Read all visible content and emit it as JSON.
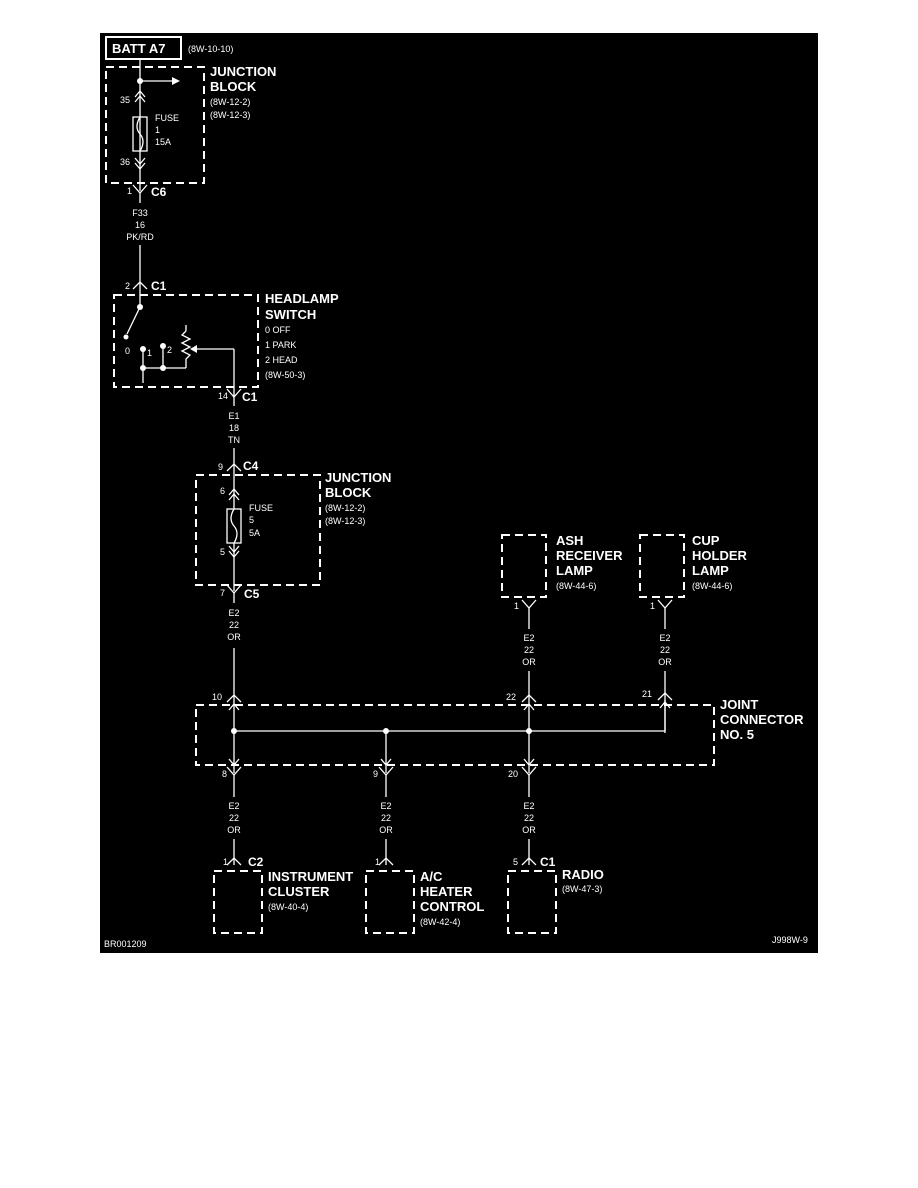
{
  "battery": {
    "label": "BATT A7",
    "ref": "(8W-10-10)"
  },
  "junction_block_1": {
    "title_line1": "JUNCTION",
    "title_line2": "BLOCK",
    "ref1": "(8W-12-2)",
    "ref2": "(8W-12-3)",
    "fuse_label": "FUSE",
    "fuse_number": "1",
    "fuse_rating": "15A",
    "pin_in": "35",
    "pin_out": "36",
    "out_pin": "1",
    "out_connector": "C6"
  },
  "wire_f33": {
    "circuit": "F33",
    "gauge": "16",
    "color": "PK/RD"
  },
  "headlamp_switch": {
    "in_pin": "2",
    "in_connector": "C1",
    "title_line1": "HEADLAMP",
    "title_line2": "SWITCH",
    "pos0": "0 OFF",
    "pos1": "1 PARK",
    "pos2": "2 HEAD",
    "ref": "(8W-50-3)",
    "contact_0": "0",
    "contact_1": "1",
    "contact_2": "2",
    "out_pin": "14",
    "out_connector": "C1"
  },
  "wire_e1": {
    "circuit": "E1",
    "gauge": "18",
    "color": "TN"
  },
  "junction_block_2": {
    "in_pin": "9",
    "in_connector": "C4",
    "title_line1": "JUNCTION",
    "title_line2": "BLOCK",
    "ref1": "(8W-12-2)",
    "ref2": "(8W-12-3)",
    "fuse_label": "FUSE",
    "fuse_number": "5",
    "fuse_rating": "5A",
    "pin_in": "6",
    "pin_out": "5",
    "out_pin": "7",
    "out_connector": "C5"
  },
  "wire_e2_main": {
    "circuit": "E2",
    "gauge": "22",
    "color": "OR"
  },
  "ash_lamp": {
    "title_line1": "ASH",
    "title_line2": "RECEIVER",
    "title_line3": "LAMP",
    "ref": "(8W-44-6)",
    "pin": "1",
    "wire_circuit": "E2",
    "wire_gauge": "22",
    "wire_color": "OR"
  },
  "cup_lamp": {
    "title_line1": "CUP",
    "title_line2": "HOLDER",
    "title_line3": "LAMP",
    "ref": "(8W-44-6)",
    "pin": "1",
    "wire_circuit": "E2",
    "wire_gauge": "22",
    "wire_color": "OR"
  },
  "joint_connector": {
    "title_line1": "JOINT",
    "title_line2": "CONNECTOR",
    "title_line3": "NO. 5",
    "pin_10": "10",
    "pin_22": "22",
    "pin_21": "21",
    "pin_8": "8",
    "pin_9": "9",
    "pin_20": "20"
  },
  "instrument_cluster": {
    "title_line1": "INSTRUMENT",
    "title_line2": "CLUSTER",
    "ref": "(8W-40-4)",
    "pin": "1",
    "connector": "C2",
    "wire_circuit": "E2",
    "wire_gauge": "22",
    "wire_color": "OR"
  },
  "ac_heater": {
    "title_line1": "A/C",
    "title_line2": "HEATER",
    "title_line3": "CONTROL",
    "ref": "(8W-42-4)",
    "pin": "1",
    "wire_circuit": "E2",
    "wire_gauge": "22",
    "wire_color": "OR"
  },
  "radio": {
    "title": "RADIO",
    "ref": "(8W-47-3)",
    "pin": "5",
    "connector": "C1",
    "wire_circuit": "E2",
    "wire_gauge": "22",
    "wire_color": "OR"
  },
  "footer": {
    "left_code": "BR001209",
    "right_code": "J998W-9"
  }
}
